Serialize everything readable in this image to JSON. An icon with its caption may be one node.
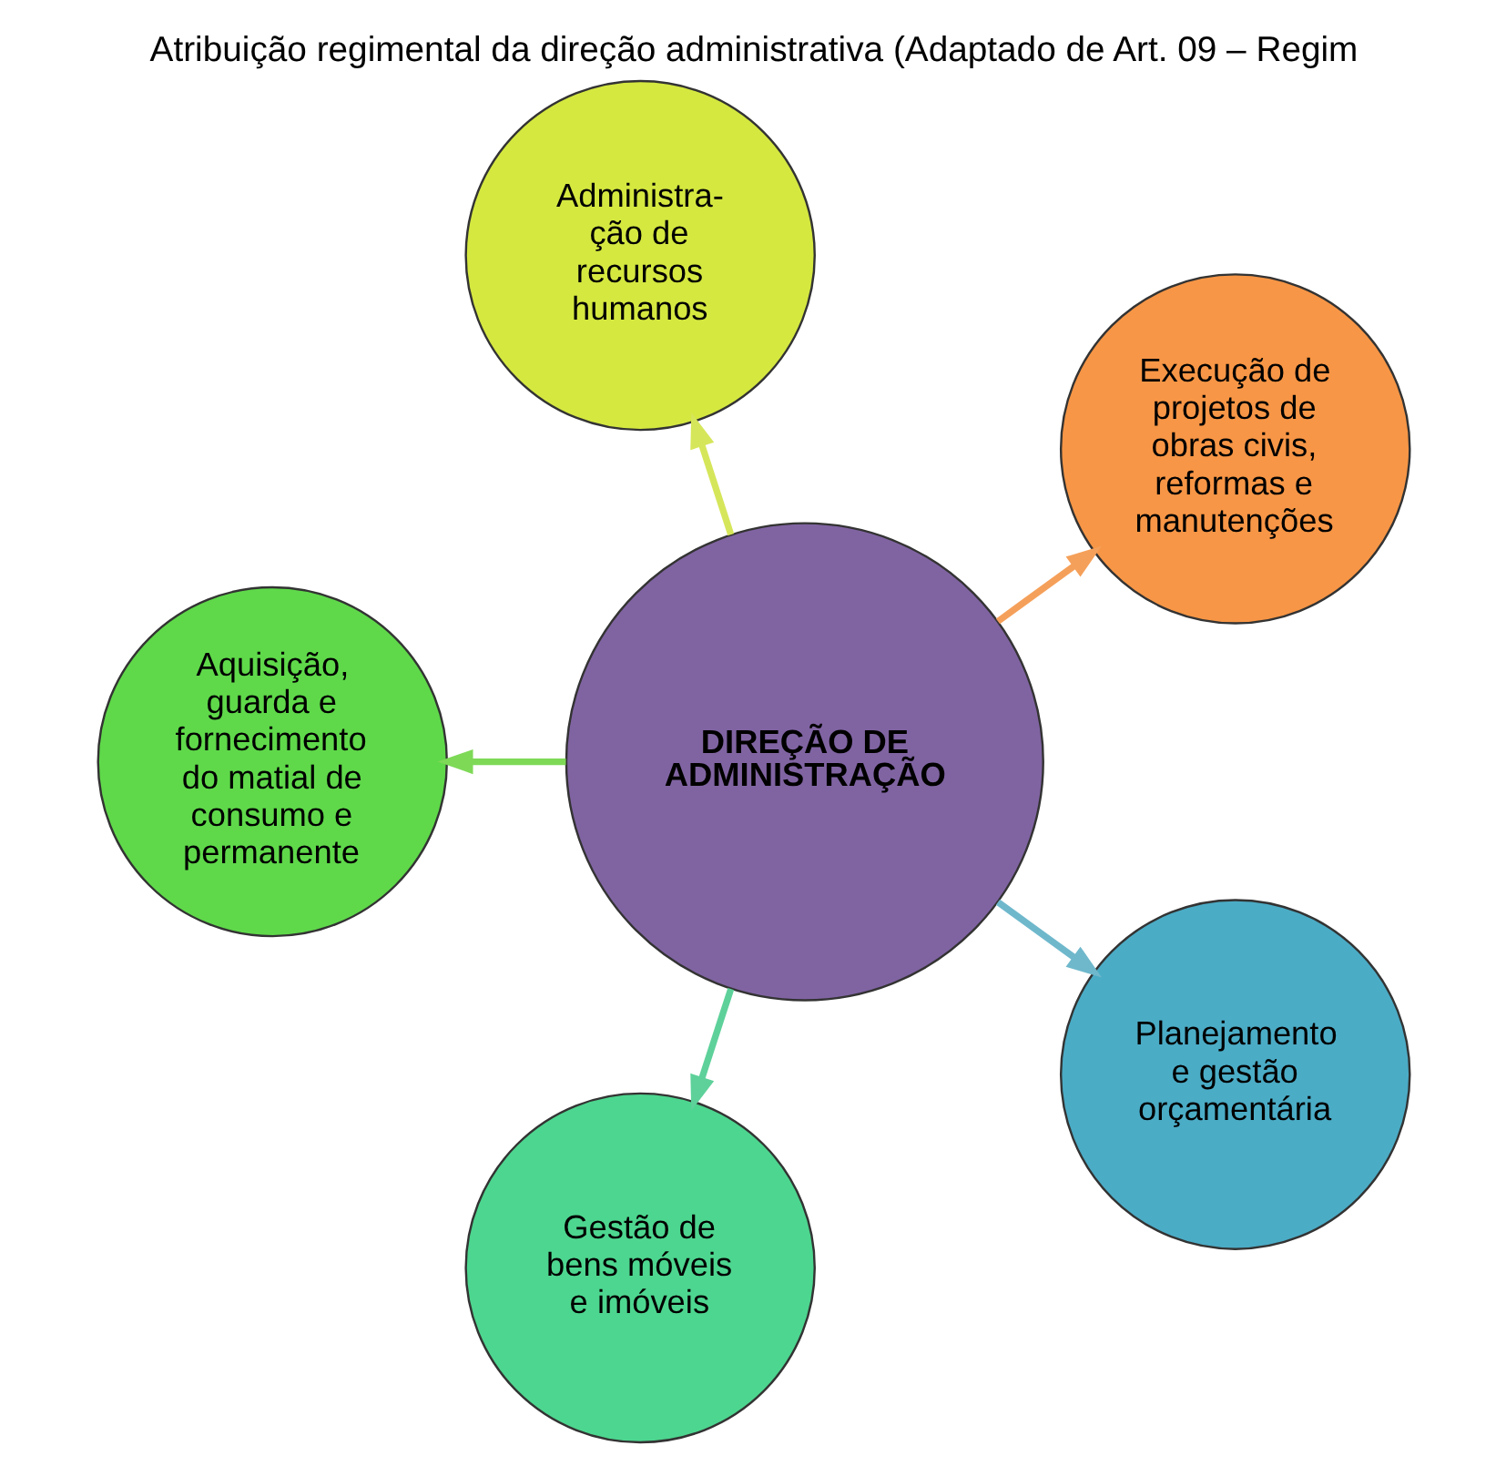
{
  "diagram": {
    "title": "Atribuição regimental da direção administrativa (Adaptado de Art. 09 – Regim",
    "nodes": [
      {
        "text": [
          "DIREÇÃO DE ADMINISTRAÇÃO"
        ]
      },
      {
        "text": [
          "Planejamento e gestão orçamentária"
        ]
      },
      {
        "text": [
          "Gestão de bens móveis e imóveis"
        ]
      },
      {
        "text": [
          "Aquisição, guarda e fornecimento do matial de consumo e permanente"
        ]
      },
      {
        "text": [
          "Administra-ção de recursos humanos"
        ]
      },
      {
        "text": [
          "Execução de projetos de obras civis, reformas e manutenções"
        ]
      }
    ],
    "edges": [
      {
        "from": 0,
        "to": 1,
        "arrow": "to",
        "color": "#6fb8cc"
      },
      {
        "from": 0,
        "to": 2,
        "arrow": "to",
        "color": "#5ed19a"
      },
      {
        "from": 0,
        "to": 3,
        "arrow": "to",
        "color": "#7ed957"
      },
      {
        "from": 0,
        "to": 4,
        "arrow": "to",
        "color": "#d6e65a"
      },
      {
        "from": 0,
        "to": 5,
        "arrow": "to",
        "color": "#f5a05a"
      }
    ]
  }
}
